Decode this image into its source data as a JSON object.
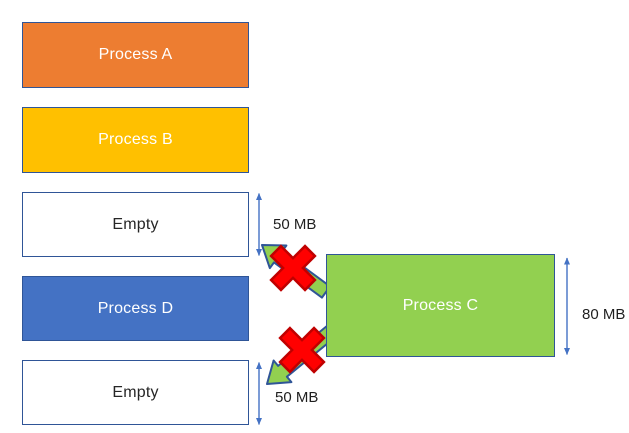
{
  "diagram": {
    "name": "memory-fragmentation-diagram",
    "blocks": [
      {
        "name": "process-a",
        "label": "Process A",
        "fill": "#ED7D31",
        "text_color": "#FFFFFF"
      },
      {
        "name": "process-b",
        "label": "Process B",
        "fill": "#FFC000",
        "text_color": "#FFFFFF"
      },
      {
        "name": "empty-top",
        "label": "Empty",
        "fill": "#FFFFFF",
        "text_color": "#262626"
      },
      {
        "name": "process-d",
        "label": "Process D",
        "fill": "#4472C4",
        "text_color": "#FFFFFF"
      },
      {
        "name": "empty-bottom",
        "label": "Empty",
        "fill": "#FFFFFF",
        "text_color": "#262626"
      }
    ],
    "process_c": {
      "name": "process-c",
      "label": "Process C",
      "fill": "#92D050",
      "text_color": "#FFFFFF"
    },
    "measurements": [
      {
        "name": "empty-top-size",
        "label": "50 MB"
      },
      {
        "name": "empty-bottom-size",
        "label": "50 MB"
      },
      {
        "name": "process-c-size",
        "label": "80 MB"
      }
    ],
    "colors": {
      "block_border": "#2F5597",
      "dimension_arrow": "#4472C4",
      "move_arrow_fill": "#92D050",
      "move_arrow_stroke": "#2F5597",
      "cross_fill": "#FF0000",
      "cross_stroke": "#C00000",
      "background": "#FFFFFF",
      "size_label_text": "#1F1F1F"
    }
  }
}
